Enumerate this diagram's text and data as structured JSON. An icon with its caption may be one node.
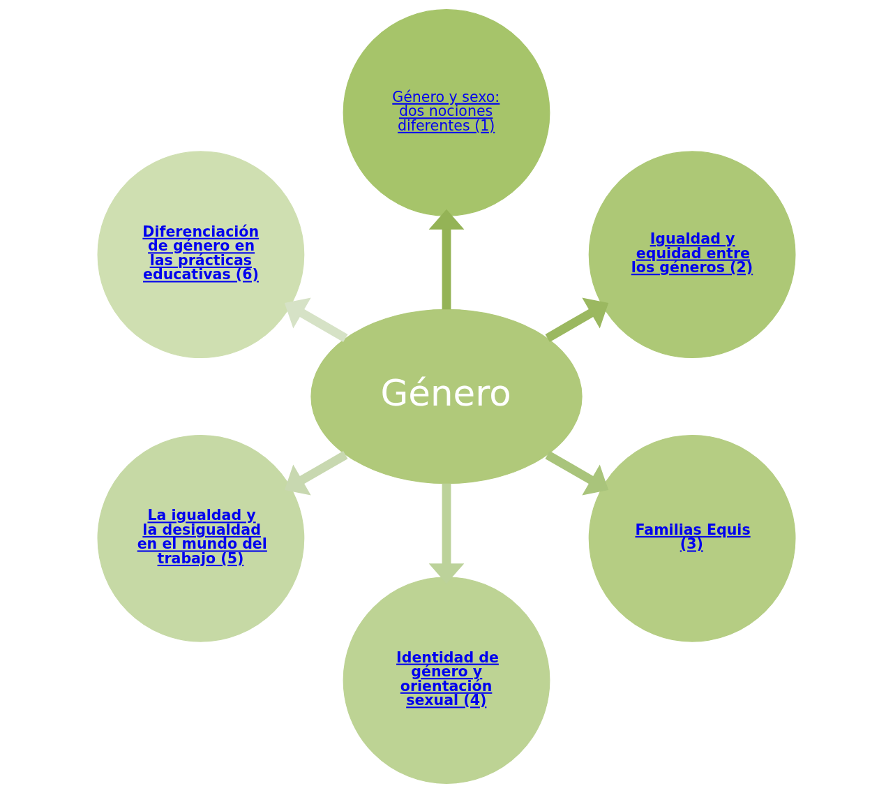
{
  "diagram": {
    "nodes": [
      {
        "text": [
          "Género"
        ]
      },
      {
        "text": [
          "Género y sexo: dos nociones diferentes (1)"
        ]
      },
      {
        "text": [
          "Igualdad y equidad entre los géneros (2)"
        ]
      },
      {
        "text": [
          "Familias Equis (3)"
        ]
      },
      {
        "text": [
          "Identidad de género y orientación sexual (4)"
        ]
      },
      {
        "text": [
          "La igualdad y la desigualdad en el mundo del trabajo (5)"
        ]
      },
      {
        "text": [
          "Diferenciación de género en las prácticas educativas (6)"
        ]
      }
    ],
    "edges": [
      {
        "from": 0,
        "to": 1,
        "arrow": "to",
        "color": "#94b356"
      },
      {
        "from": 0,
        "to": 2,
        "arrow": "to",
        "color": "#9bb860"
      },
      {
        "from": 0,
        "to": 3,
        "arrow": "to",
        "color": "#a9c47b"
      },
      {
        "from": 0,
        "to": 4,
        "arrow": "to",
        "color": "#bcd29a"
      },
      {
        "from": 0,
        "to": 5,
        "arrow": "to",
        "color": "#c8d8b0"
      },
      {
        "from": 0,
        "to": 6,
        "arrow": "to",
        "color": "#d6e2c6"
      }
    ]
  }
}
